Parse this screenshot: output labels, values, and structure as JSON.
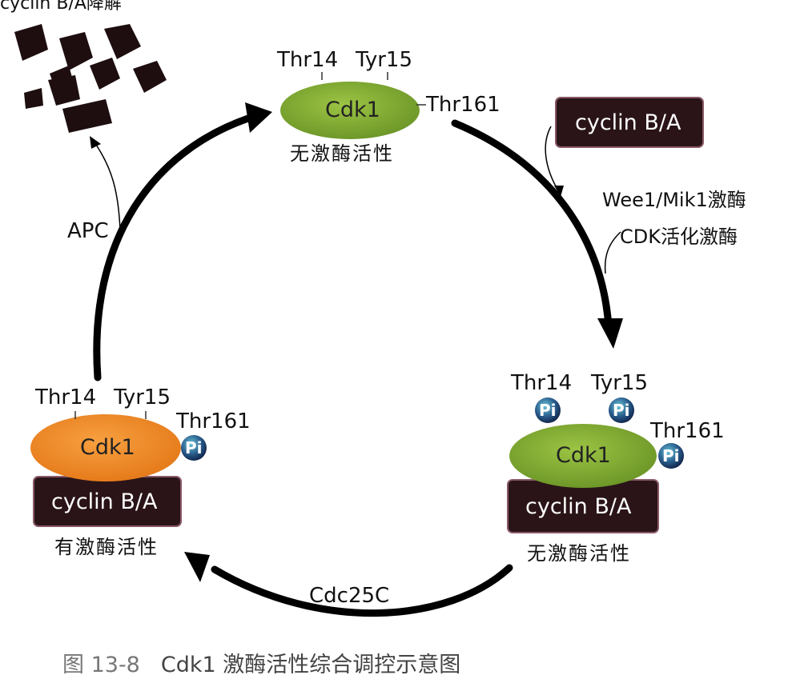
{
  "top_left_label": "cyclin B/A降解",
  "apc_label": "APC",
  "complexes": {
    "top": {
      "cdk": "Cdk1",
      "sites": [
        "Thr14",
        "Tyr15",
        "Thr161"
      ],
      "state": "无激酶活性",
      "cdk_color": "#7ea82e"
    },
    "right": {
      "cdk": "Cdk1",
      "cyclin": "cyclin B/A",
      "sites": [
        "Thr14",
        "Tyr15",
        "Thr161"
      ],
      "state": "无激酶活性",
      "phospho": "Pi",
      "cdk_color": "#7ea82e"
    },
    "left": {
      "cdk": "Cdk1",
      "cyclin": "cyclin B/A",
      "sites": [
        "Thr14",
        "Tyr15",
        "Thr161"
      ],
      "state": "有激酶活性",
      "phospho": "Pi",
      "cdk_color": "#ef8a2a"
    }
  },
  "free_cyclin": "cyclin B/A",
  "enzymes": {
    "wee1": "Wee1/Mik1激酶",
    "cak": "CDK活化激酶",
    "cdc25": "Cdc25C"
  },
  "caption": {
    "figure_no": "图 13-8",
    "text": "Cdk1 激酶活性综合调控示意图"
  },
  "colors": {
    "cyclin_box": "#2a1418",
    "cyclin_border": "#8a5a68",
    "pi_dark": "#14305e",
    "pi_light": "#4aa0c8",
    "arrow": "#000000"
  }
}
